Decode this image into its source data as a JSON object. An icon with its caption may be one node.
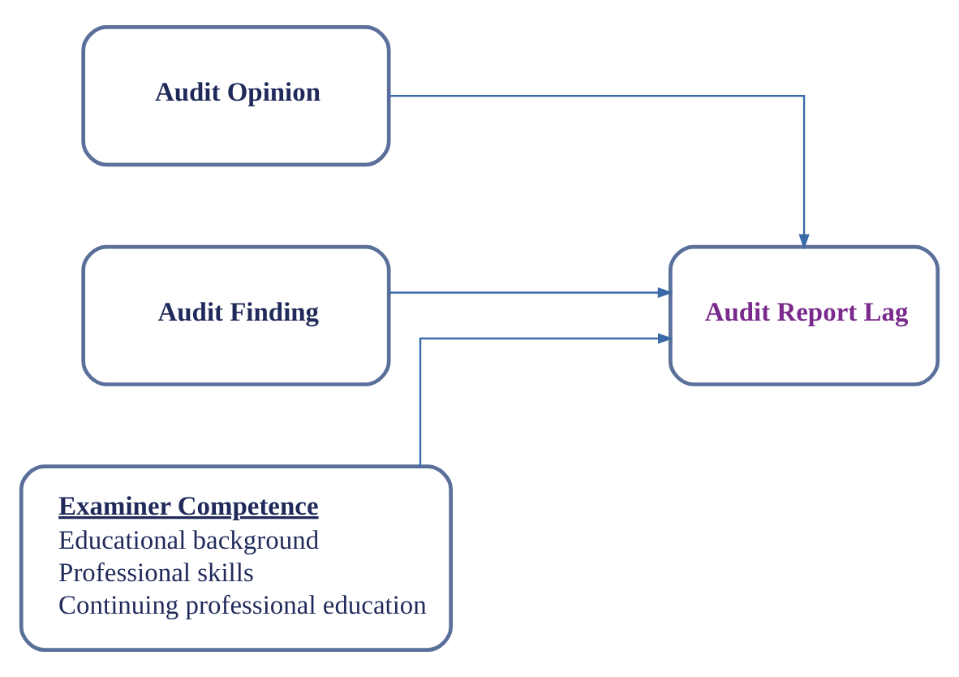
{
  "diagram": {
    "nodes": [
      {
        "text": [
          "Audit Opinion"
        ]
      },
      {
        "text": [
          "Audit Finding"
        ]
      },
      {
        "text": [
          "Examiner Competence",
          "Educational background",
          "Professional skills",
          "Continuing professional education"
        ]
      },
      {
        "text": [
          "Audit Report Lag"
        ]
      }
    ],
    "edges": [
      {
        "from": 0,
        "to": 3,
        "arrow": "to"
      },
      {
        "from": 1,
        "to": 3,
        "arrow": "to"
      },
      {
        "from": 2,
        "to": 3,
        "arrow": "to"
      }
    ]
  }
}
